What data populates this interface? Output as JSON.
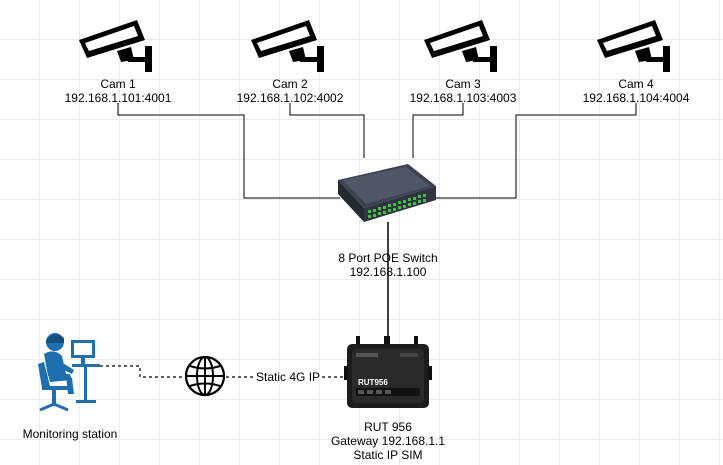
{
  "cameras": [
    {
      "name": "Cam 1",
      "address": "192.168.1.101:4001"
    },
    {
      "name": "Cam 2",
      "address": "192.168.1.102:4002"
    },
    {
      "name": "Cam 3",
      "address": "192.168.1.103:4003"
    },
    {
      "name": "Cam 4",
      "address": "192.168.1.104:4004"
    }
  ],
  "switch": {
    "name": "8 Port POE Switch",
    "address": "192.168.1.100"
  },
  "router": {
    "model_badge": "RUT956",
    "name": "RUT 956",
    "gateway": "Gateway 192.168.1.1",
    "sim": "Static IP SIM"
  },
  "station": {
    "name": "Monitoring station"
  },
  "link": {
    "internet_label": "Static 4G IP"
  },
  "colors": {
    "icon": "#000000",
    "person": "#1f6fb0",
    "switch_body": "#2f3440",
    "port_led": "#3ec13e",
    "router_body": "#1c1c1c"
  }
}
